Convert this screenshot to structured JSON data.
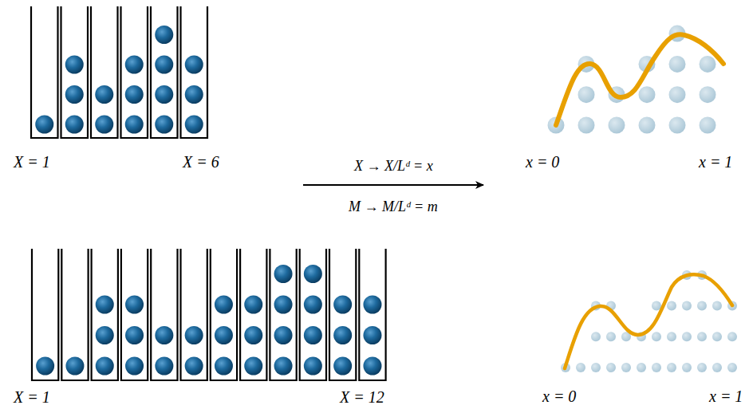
{
  "diagram": {
    "labels": [
      "X = 1",
      "X = 6",
      "X → X/Lᵈ = x",
      "M → M/Lᵈ = m",
      "x = 0",
      "x = 1",
      "X = 1",
      "X = 12",
      "x = 0",
      "x = 1"
    ]
  }
}
